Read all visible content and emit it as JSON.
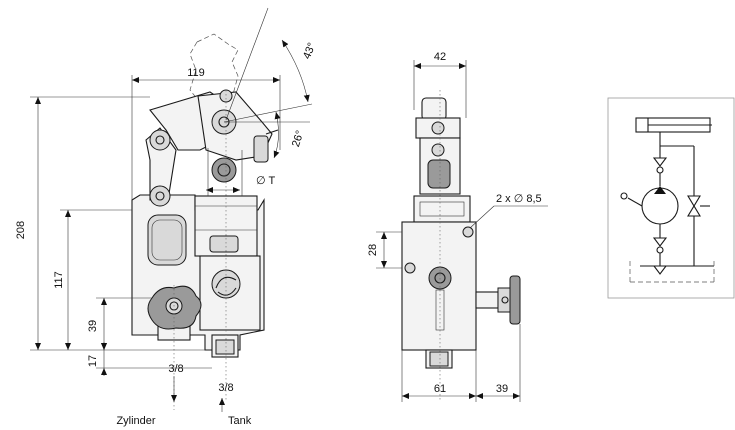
{
  "front_view": {
    "dim_width_top": "119",
    "dim_total_height": "208",
    "dim_mid_height": "117",
    "dim_lower_height": "39",
    "dim_base_height": "17",
    "dim_angle_upper": "43°",
    "dim_angle_lower": "26°",
    "label_diameter_t": "∅ T",
    "port_left_size": "3/8",
    "port_right_size": "3/8",
    "port_left_label": "Zylinder",
    "port_right_label": "Tank"
  },
  "side_view": {
    "dim_top_width": "42",
    "dim_side_height": "28",
    "dim_holes": "2 x ∅ 8,5",
    "dim_base_width": "61",
    "dim_extension": "39"
  },
  "schematic": {
    "frame_color": "#999999"
  }
}
